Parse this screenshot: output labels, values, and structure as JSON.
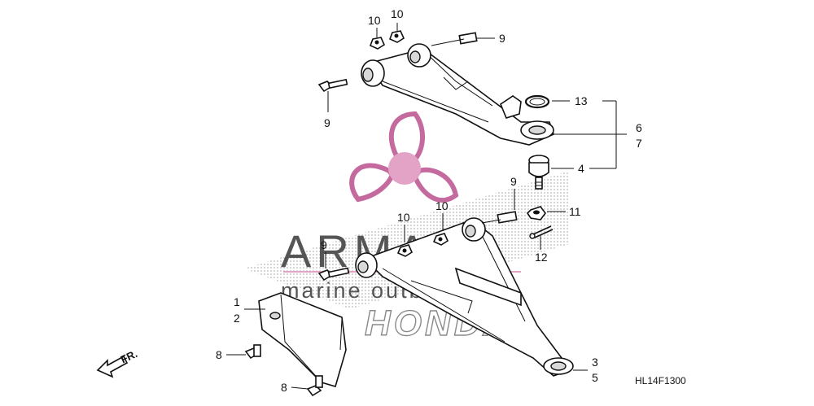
{
  "diagram_code": "HL14F1300",
  "front_arrow_label": "FR.",
  "watermark": {
    "brand": "ARMADA",
    "tagline": "marine outboards",
    "logo_text": "HONDA",
    "colors": {
      "pink": "#e3a3c6",
      "pink_dark": "#c56a9e",
      "grey": "#6e6e6e"
    }
  },
  "callouts": {
    "upper_nut_a": "10",
    "upper_nut_b": "10",
    "upper_bolt_right": "9",
    "upper_bolt_left": "9",
    "circlip": "13",
    "upper_arm_a": "6",
    "upper_arm_b": "7",
    "ball_joint": "4",
    "lower_bolt_right": "9",
    "lower_nut_mid": "10",
    "lower_nut_left": "10",
    "castle_nut": "11",
    "cotter_pin": "12",
    "lower_bolt_left": "9",
    "guard_a": "1",
    "guard_b": "2",
    "guard_bolt_a": "8",
    "guard_bolt_b": "8",
    "lower_arm_a": "3",
    "lower_arm_b": "5"
  }
}
